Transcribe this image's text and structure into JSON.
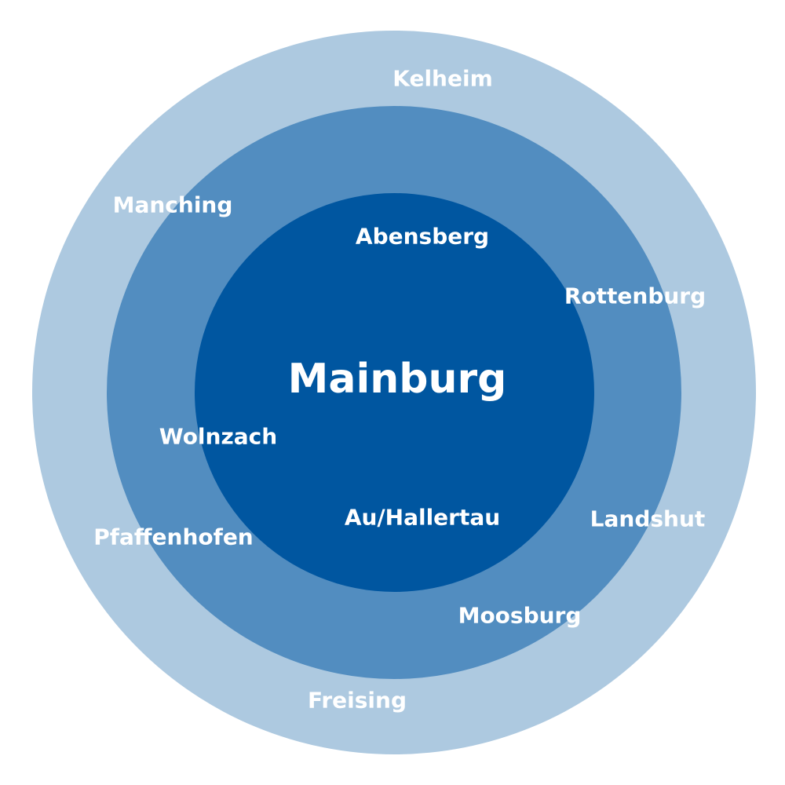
{
  "center": "Mainburg",
  "inner_ring": [
    "Abensberg",
    "Wolnzach",
    "Au/Hallertau"
  ],
  "middle_ring": [
    "Manching",
    "Rottenburg",
    "Landshut",
    "Pfaffenhofen",
    "Moosburg"
  ],
  "outer_ring": [
    "Kelheim",
    "Freising"
  ],
  "colors": {
    "outer": "#adc9e0",
    "middle": "#528dc0",
    "inner": "#0056a0",
    "text": "#ffffff"
  }
}
